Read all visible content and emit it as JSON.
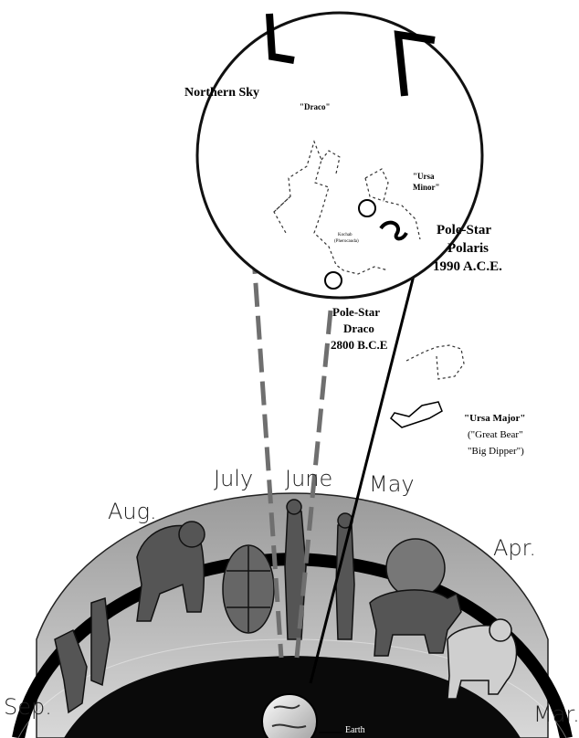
{
  "sky": {
    "title": "Northern Sky",
    "draco": "\"Draco\"",
    "ursa_minor_line1": "\"Ursa",
    "ursa_minor_line2": "Minor\"",
    "kochab_line1": "Kochab",
    "kochab_line2": "(Pherocauda)"
  },
  "polaris": {
    "line1": "Pole-Star",
    "line2": "Polaris",
    "line3": "1990 A.C.E."
  },
  "thuban": {
    "line1": "Pole-Star",
    "line2": "Draco",
    "line3": "2800 B.C.E"
  },
  "ursa_major": {
    "line1": "\"Ursa Major\"",
    "line2": "(\"Great Bear\"",
    "line3": "\"Big Dipper\")"
  },
  "months": {
    "july": "July",
    "june": "June",
    "may": "May",
    "aug": "Aug.",
    "apr": "Apr.",
    "sep": "Sep.",
    "mar": "Mar."
  },
  "earth_label": "Earth",
  "colors": {
    "ring_top": "#8f8f8f",
    "ring_band": "#bdbdbd",
    "inner_dark": "#0a0a0a",
    "dashed": "#6f6f6f"
  }
}
